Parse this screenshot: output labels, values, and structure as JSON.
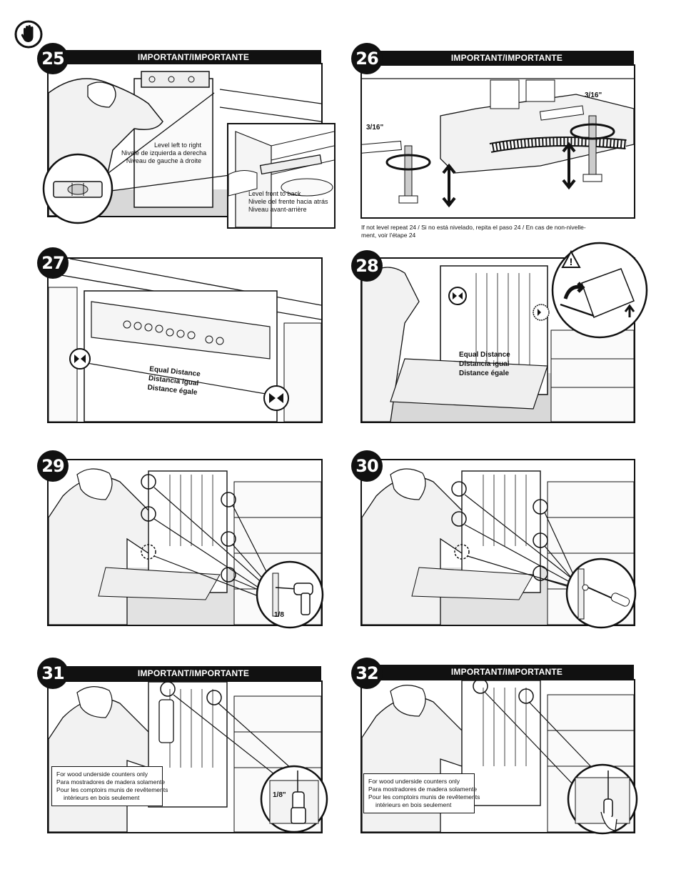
{
  "icons": {
    "warning": "hand-stop-icon"
  },
  "steps": {
    "s25": {
      "number": "25",
      "header": "IMPORTANT/IMPORTANTE",
      "level_lr": [
        "Level left to right",
        "Nivele de izquierda a derecha",
        "Niveau de gauche à droite"
      ],
      "level_fb": [
        "Level front to back",
        "Nivele del frente hacia atrás",
        "Niveau avant-arrière"
      ]
    },
    "s26": {
      "number": "26",
      "header": "IMPORTANT/IMPORTANTE",
      "size_left": "3/16\"",
      "size_right": "3/16\"",
      "note": [
        "If not level repeat 24 / Si no está nivelado, repita el paso 24 / En cas de non-nivelle-",
        "ment, voir l'étape 24"
      ]
    },
    "s27": {
      "number": "27",
      "equal": [
        "Equal Distance",
        "Distancia igual",
        "Distance égale"
      ]
    },
    "s28": {
      "number": "28",
      "equal": [
        "Equal Distance",
        "Distancia igual",
        "Distance égale"
      ]
    },
    "s29": {
      "number": "29",
      "drill_size": "1/8"
    },
    "s30": {
      "number": "30"
    },
    "s31": {
      "number": "31",
      "header": "IMPORTANT/IMPORTANTE",
      "drill_size": "1/8\"",
      "note": [
        "For wood underside counters only",
        "Para mostradores de madera solamente",
        "Pour les comptoirs munis de revêtements",
        "intérieurs en bois seulement"
      ]
    },
    "s32": {
      "number": "32",
      "header": "IMPORTANT/IMPORTANTE",
      "note": [
        "For wood underside counters only",
        "Para mostradores de madera solamente",
        "Pour les comptoirs munis de revêtements",
        "intérieurs en bois seulement"
      ]
    }
  }
}
